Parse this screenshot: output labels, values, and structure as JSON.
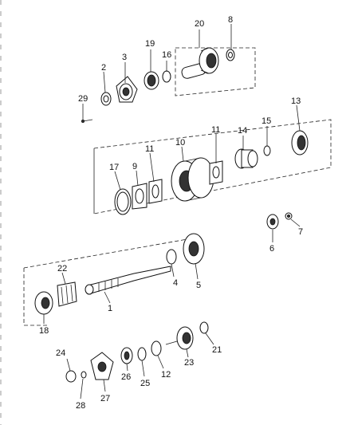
{
  "callouts": {
    "c1": "1",
    "c2": "2",
    "c3": "3",
    "c4": "4",
    "c5": "5",
    "c6": "6",
    "c7": "7",
    "c8": "8",
    "c9": "9",
    "c10": "10",
    "c11a": "11",
    "c11b": "11",
    "c12": "12",
    "c13": "13",
    "c14": "14",
    "c15": "15",
    "c16": "16",
    "c17": "17",
    "c18": "18",
    "c19": "19",
    "c20": "20",
    "c21": "21",
    "c22": "22",
    "c23": "23",
    "c24": "24",
    "c25": "25",
    "c26": "26",
    "c27": "27",
    "c28": "28",
    "c29": "29"
  },
  "colors": {
    "line": "#222222",
    "fill": "#ffffff",
    "shade": "#333333"
  }
}
